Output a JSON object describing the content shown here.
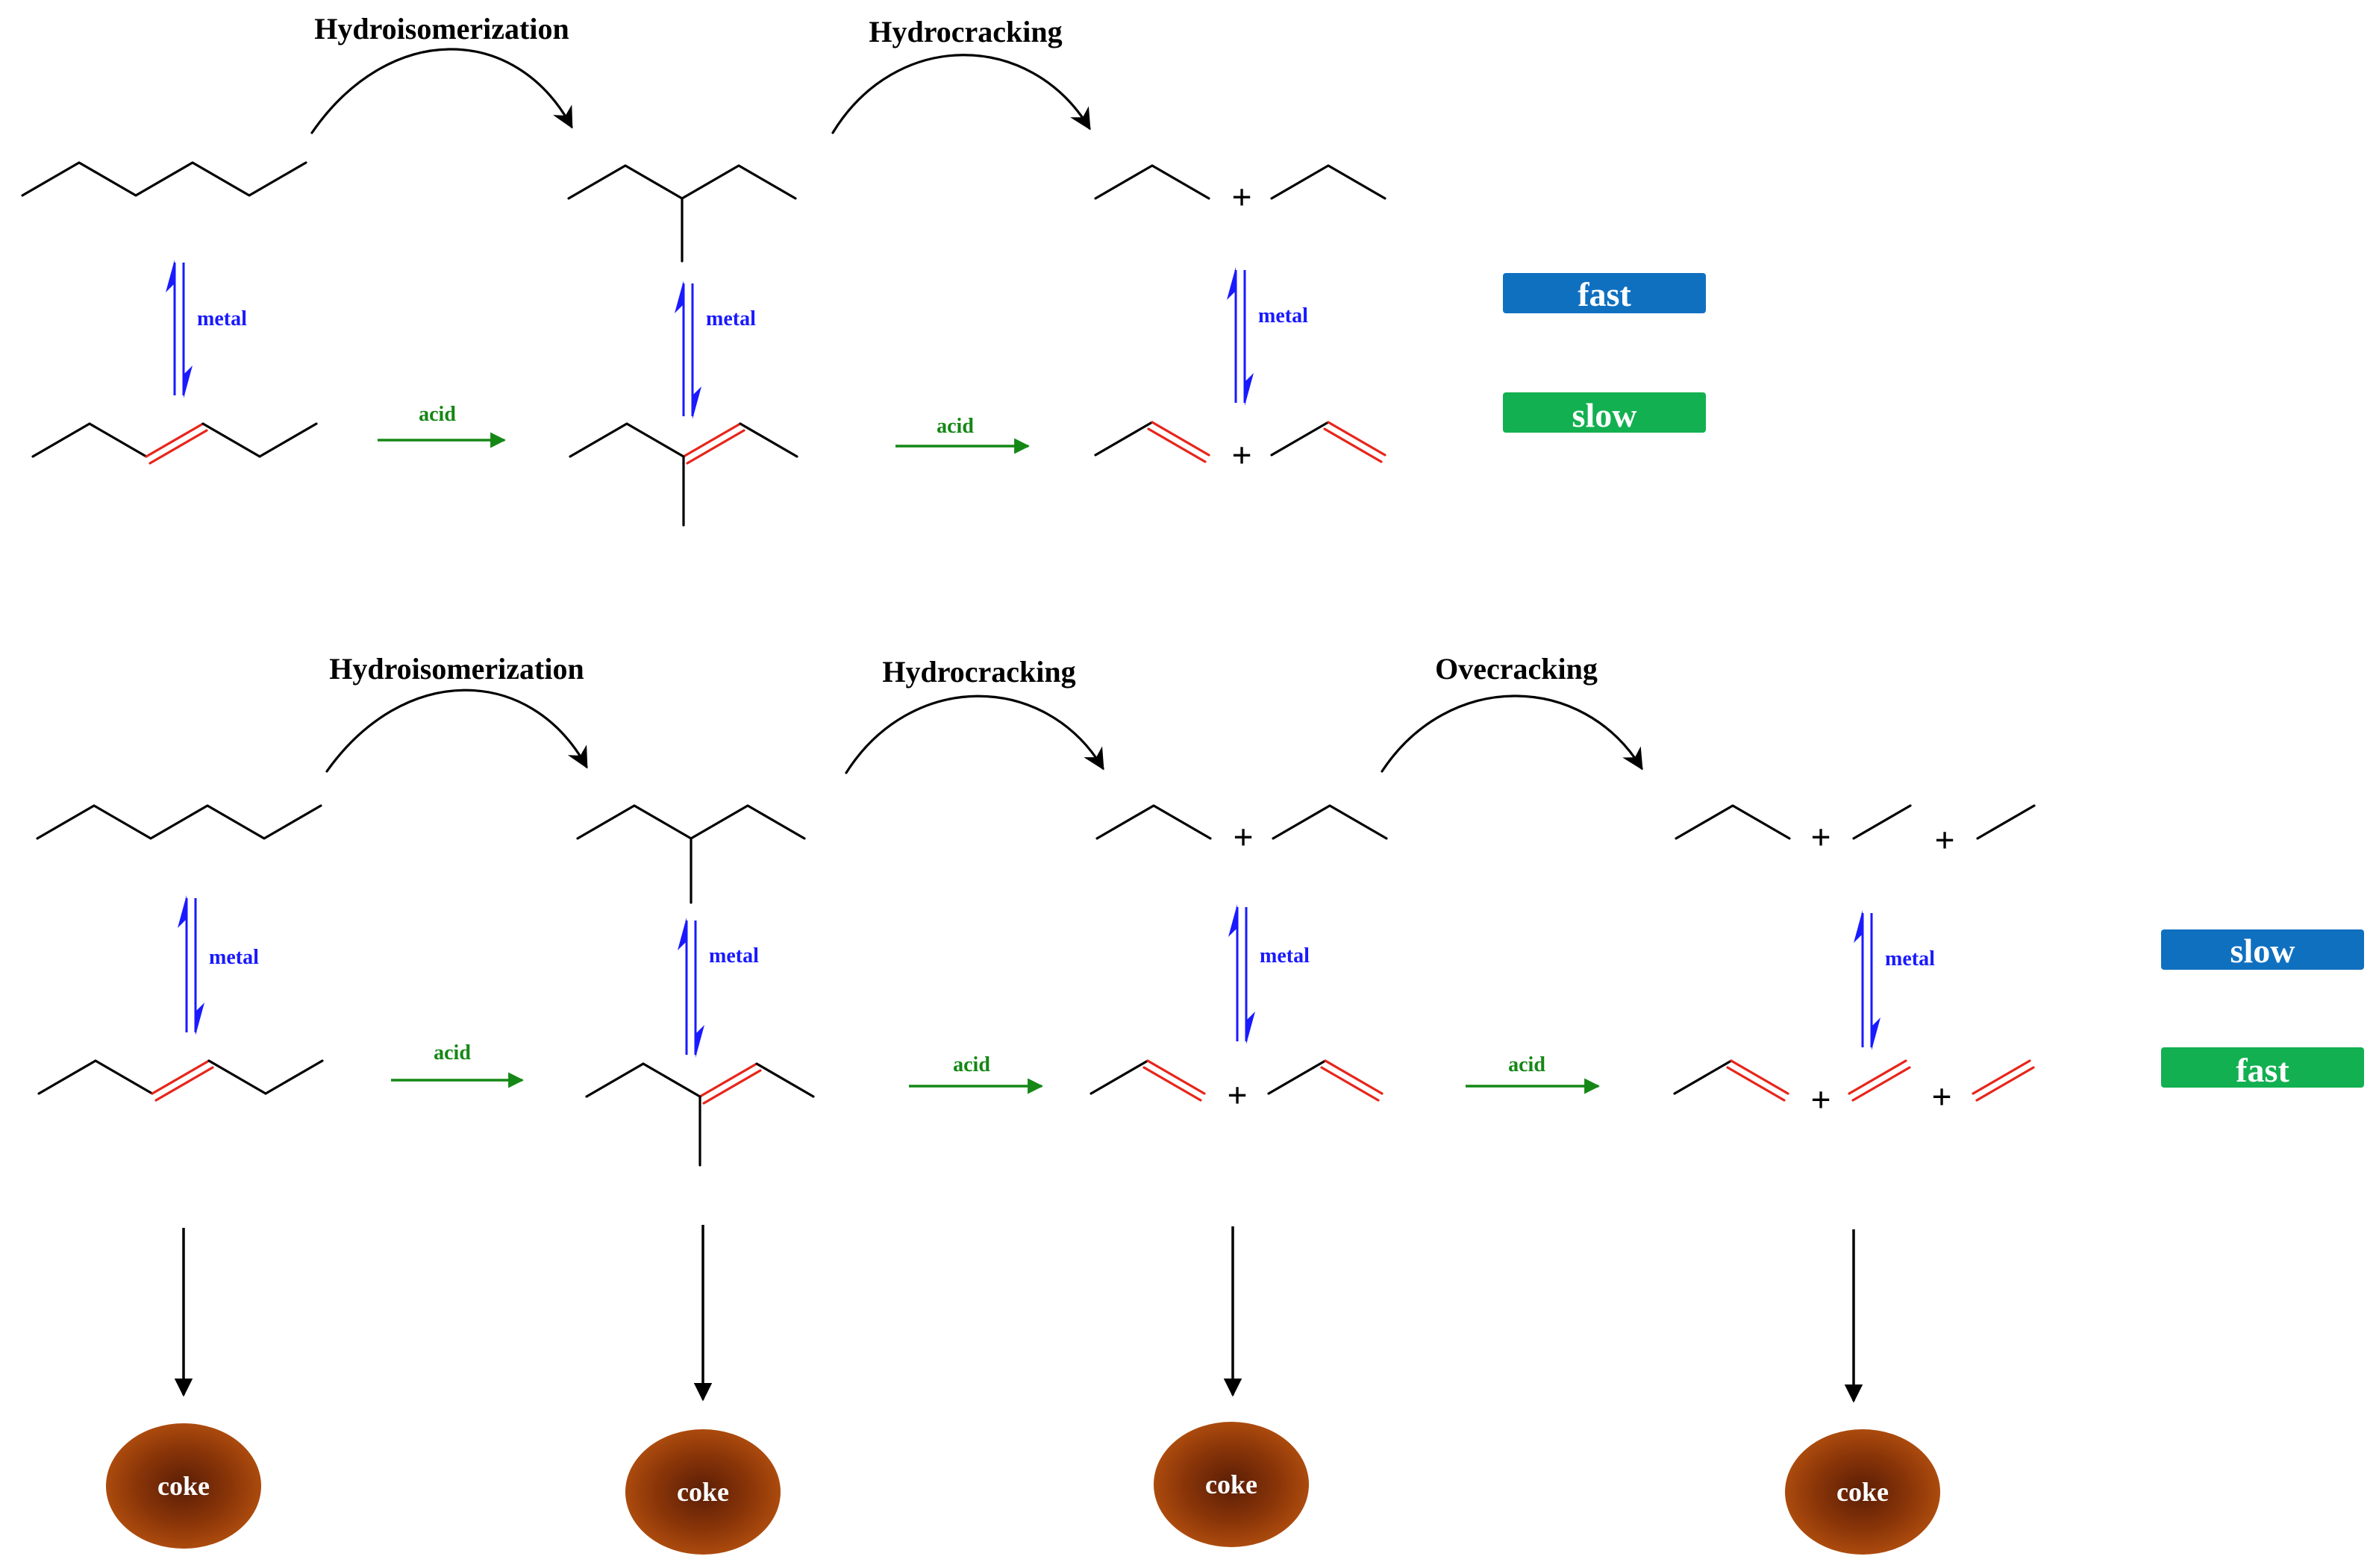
{
  "top_scheme": {
    "step_titles": [
      "Hydroisomerization",
      "Hydrocracking"
    ],
    "metal_label": "metal",
    "acid_label": "acid",
    "plus_sign": "+",
    "legend": {
      "metal_rate": "fast",
      "acid_rate": "slow",
      "metal_color": "#1070c0",
      "acid_color": "#12b050"
    }
  },
  "bottom_scheme": {
    "step_titles": [
      "Hydroisomerization",
      "Hydrocracking",
      "Ovecracking"
    ],
    "metal_label": "metal",
    "acid_label": "acid",
    "plus_sign": "+",
    "coke_label": "coke",
    "legend": {
      "metal_rate": "slow",
      "acid_rate": "fast",
      "metal_color": "#1070c0",
      "acid_color": "#12b050"
    }
  },
  "colors": {
    "metal_arrow": "#1a1aff",
    "acid_arrow": "#158715",
    "double_bond": "#e8251a",
    "coke_fill": "#a0400c"
  }
}
